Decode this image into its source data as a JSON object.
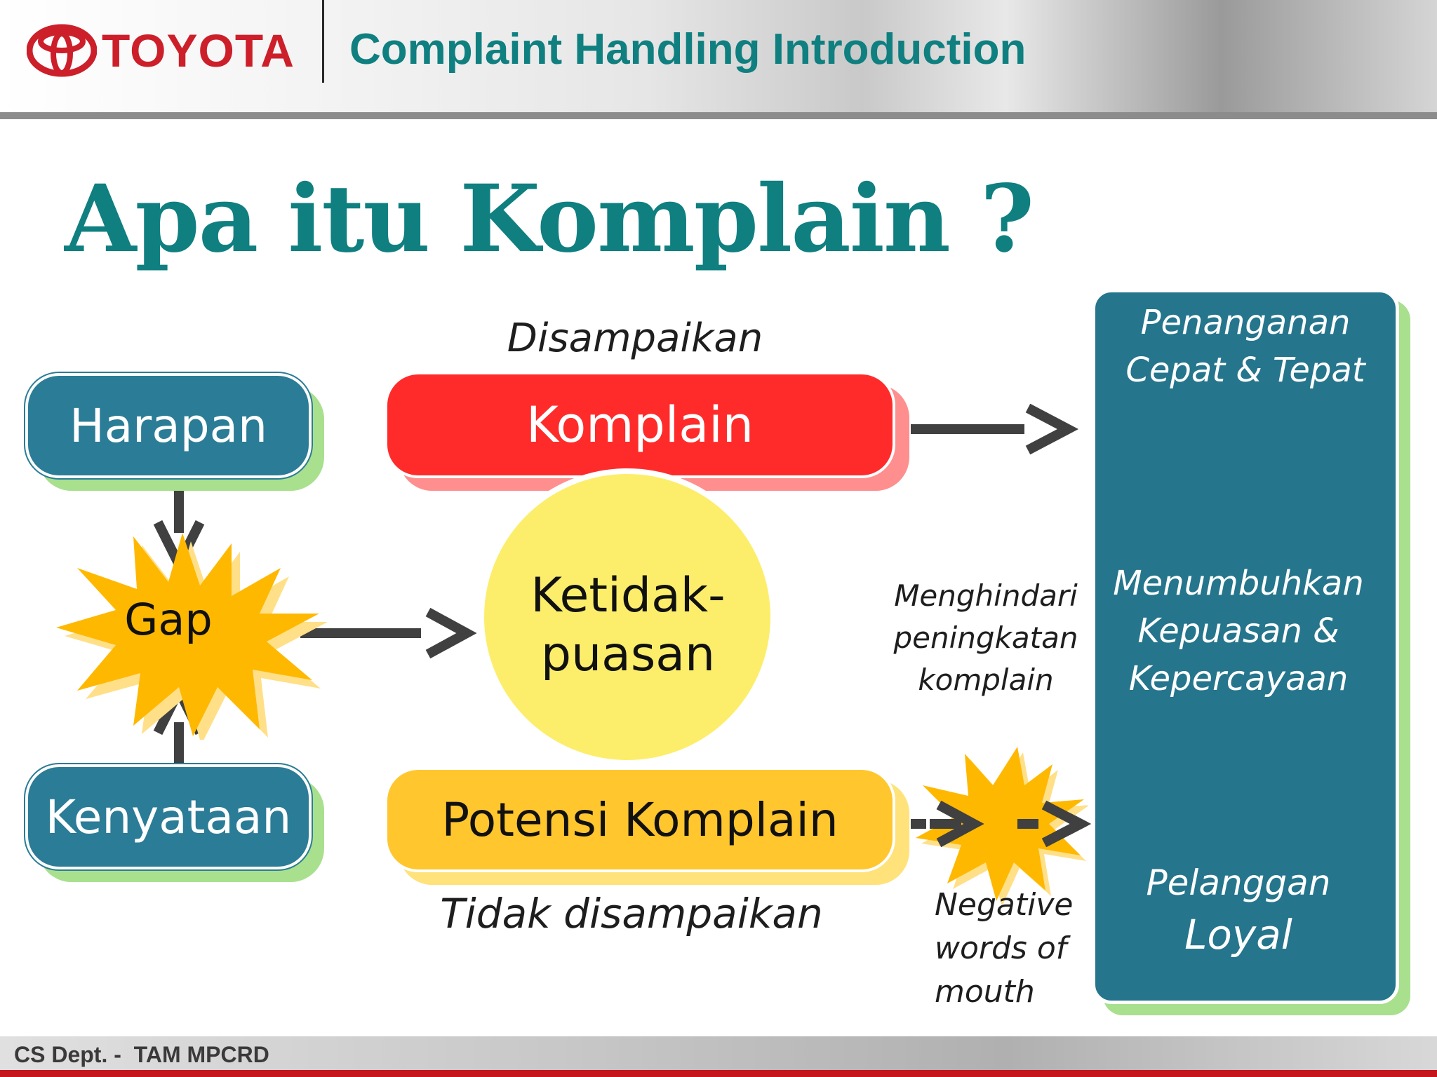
{
  "header": {
    "brand": "TOYOTA",
    "title": "Complaint Handling Introduction"
  },
  "slide": {
    "title": "Apa itu Komplain ?",
    "harapan": "Harapan",
    "kenyataan": "Kenyataan",
    "gap": "Gap",
    "disampaikan": "Disampaikan",
    "komplain": "Komplain",
    "ketidakpuasan_line1": "Ketidak-",
    "ketidakpuasan_line2": "puasan",
    "potensi": "Potensi Komplain",
    "tidak_disampaikan": "Tidak disampaikan",
    "menghindari_line1": "Menghindari",
    "menghindari_line2": "peningkatan",
    "menghindari_line3": "komplain",
    "negative_line1": "Negative",
    "negative_line2": "words of",
    "negative_line3": "mouth",
    "panel": {
      "step1_line1": "Penanganan",
      "step1_line2": "Cepat & Tepat",
      "step2_line1": "Menumbuhkan",
      "step2_line2": "Kepuasan &",
      "step2_line3": "Kepercayaan",
      "step3_line1": "Pelanggan",
      "step3_line2": "Loyal"
    }
  },
  "footer": {
    "text": "CS Dept. -  TAM MPCRD"
  },
  "colors": {
    "brand_red": "#cc1f2a",
    "teal": "#0f7f80",
    "blue_box": "#2b7c96",
    "complaint_red": "#ff2b2b",
    "potential_yellow": "#ffc62e",
    "circle_yellow": "#fcee6a",
    "star_orange": "#ffb800"
  }
}
